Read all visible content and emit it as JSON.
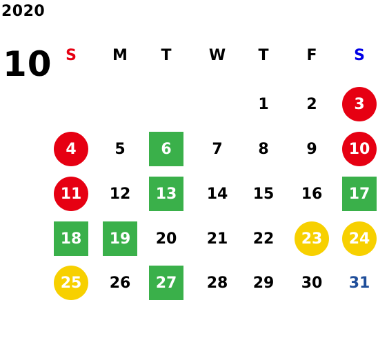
{
  "calendar": {
    "year": "2020",
    "month": "10",
    "weekdays": [
      "S",
      "M",
      "T",
      "W",
      "T",
      "F",
      "S"
    ],
    "colors": {
      "sunday_header": "#e60012",
      "saturday_header": "#0000e6",
      "holiday_red": "#e60012",
      "green_mark": "#3ab04a",
      "yellow_mark": "#f7d000",
      "blue_text": "#1f4e9a"
    },
    "days": [
      {
        "n": "1",
        "col": 4,
        "row": 0,
        "style": "plain"
      },
      {
        "n": "2",
        "col": 5,
        "row": 0,
        "style": "plain"
      },
      {
        "n": "3",
        "col": 6,
        "row": 0,
        "style": "red-circle"
      },
      {
        "n": "4",
        "col": 0,
        "row": 1,
        "style": "red-circle"
      },
      {
        "n": "5",
        "col": 1,
        "row": 1,
        "style": "plain"
      },
      {
        "n": "6",
        "col": 2,
        "row": 1,
        "style": "green-square"
      },
      {
        "n": "7",
        "col": 3,
        "row": 1,
        "style": "plain"
      },
      {
        "n": "8",
        "col": 4,
        "row": 1,
        "style": "plain"
      },
      {
        "n": "9",
        "col": 5,
        "row": 1,
        "style": "plain"
      },
      {
        "n": "10",
        "col": 6,
        "row": 1,
        "style": "red-circle"
      },
      {
        "n": "11",
        "col": 0,
        "row": 2,
        "style": "red-circle"
      },
      {
        "n": "12",
        "col": 1,
        "row": 2,
        "style": "plain"
      },
      {
        "n": "13",
        "col": 2,
        "row": 2,
        "style": "green-square"
      },
      {
        "n": "14",
        "col": 3,
        "row": 2,
        "style": "plain"
      },
      {
        "n": "15",
        "col": 4,
        "row": 2,
        "style": "plain"
      },
      {
        "n": "16",
        "col": 5,
        "row": 2,
        "style": "plain"
      },
      {
        "n": "17",
        "col": 6,
        "row": 2,
        "style": "green-square"
      },
      {
        "n": "18",
        "col": 0,
        "row": 3,
        "style": "green-square"
      },
      {
        "n": "19",
        "col": 1,
        "row": 3,
        "style": "green-square"
      },
      {
        "n": "20",
        "col": 2,
        "row": 3,
        "style": "plain"
      },
      {
        "n": "21",
        "col": 3,
        "row": 3,
        "style": "plain"
      },
      {
        "n": "22",
        "col": 4,
        "row": 3,
        "style": "plain"
      },
      {
        "n": "23",
        "col": 5,
        "row": 3,
        "style": "yellow-circle"
      },
      {
        "n": "24",
        "col": 6,
        "row": 3,
        "style": "yellow-circle"
      },
      {
        "n": "25",
        "col": 0,
        "row": 4,
        "style": "yellow-circle"
      },
      {
        "n": "26",
        "col": 1,
        "row": 4,
        "style": "plain"
      },
      {
        "n": "27",
        "col": 2,
        "row": 4,
        "style": "green-square"
      },
      {
        "n": "28",
        "col": 3,
        "row": 4,
        "style": "plain"
      },
      {
        "n": "29",
        "col": 4,
        "row": 4,
        "style": "plain"
      },
      {
        "n": "30",
        "col": 5,
        "row": 4,
        "style": "plain"
      },
      {
        "n": "31",
        "col": 6,
        "row": 4,
        "style": "blue-text"
      }
    ]
  }
}
